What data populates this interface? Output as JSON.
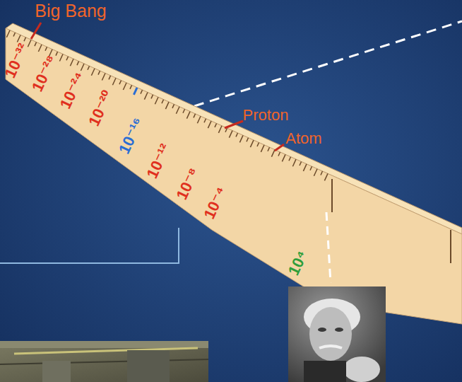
{
  "diagram": {
    "labels": [
      "Big Bang",
      "10⁻³²",
      "10⁻²⁸",
      "10⁻²⁴",
      "10⁻²⁰",
      "10⁻¹⁶",
      "10⁻¹²",
      "Proton",
      "10⁻⁸",
      "Atom",
      "10⁻⁴",
      "10⁴"
    ]
  }
}
